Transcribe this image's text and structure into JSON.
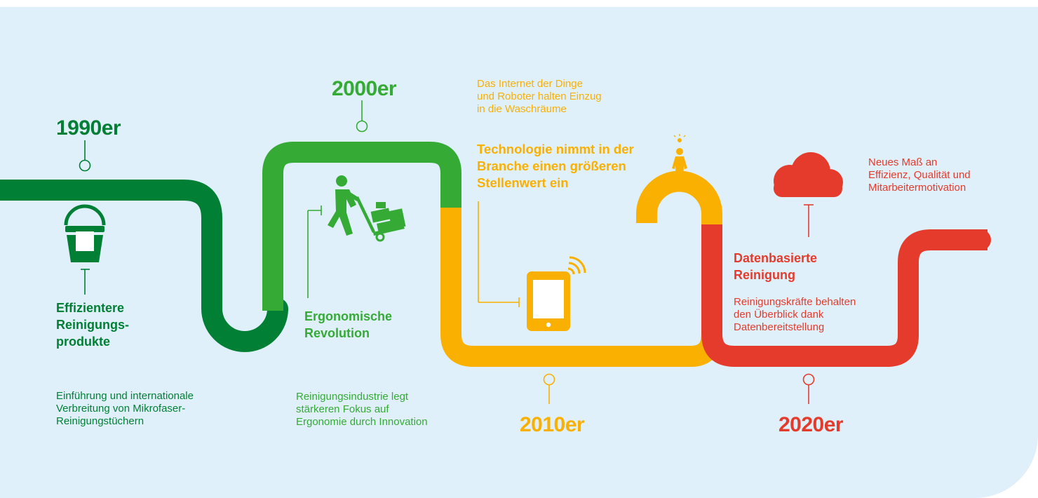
{
  "colors": {
    "background": "#dff0fa",
    "dark_green": "#017f34",
    "green": "#35aa35",
    "yellow": "#f9b000",
    "red": "#e53b2c"
  },
  "eras": [
    {
      "year": "1990er",
      "heading": "Effizientere Reinigungs-produkte",
      "heading_lines": [
        "Effizientere",
        "Reinigungs-",
        "produkte"
      ],
      "description_lines": [
        "Einführung und internationale",
        "Verbreitung von Mikrofaser-",
        "Reinigungstüchern"
      ],
      "icon": "bucket-icon"
    },
    {
      "year": "2000er",
      "heading": "Ergonomische Revolution",
      "heading_lines": [
        "Ergonomische",
        "Revolution"
      ],
      "description_lines": [
        "Reinigungsindustrie legt",
        "stärkeren Fokus auf",
        "Ergonomie durch Innovation"
      ],
      "icon": "person-hand-truck-icon"
    },
    {
      "year": "2010er",
      "intro_lines": [
        "Das Internet der Dinge",
        "und Roboter halten Einzug",
        "in die Waschräume"
      ],
      "heading": "Technologie nimmt in der Branche einen größeren Stellenwert ein",
      "heading_lines": [
        "Technologie nimmt in der",
        "Branche einen größeren",
        "Stellenwert ein"
      ],
      "icon": "tablet-signal-icon"
    },
    {
      "year": "2020er",
      "intro_lines": [
        "Neues Maß an",
        "Effizienz, Qualität und",
        "Mitarbeitermotivation"
      ],
      "heading": "Datenbasierte Reinigung",
      "heading_lines": [
        "Datenbasierte",
        "Reinigung"
      ],
      "description_lines": [
        "Reinigungskräfte behalten",
        "den Überblick dank",
        "Datenbereitstellung"
      ],
      "icons": [
        "cloud-icon",
        "person-idea-icon"
      ]
    }
  ]
}
